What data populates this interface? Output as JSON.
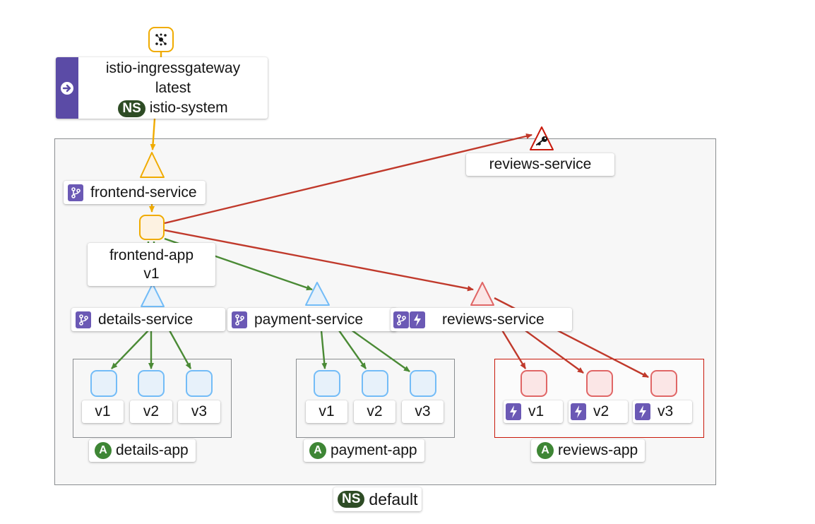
{
  "colors": {
    "edge_green": "#4a8a35",
    "edge_red": "#c0392b",
    "edge_yellow": "#f0ab00",
    "service_blue": "#73bcf7",
    "service_red": "#e06666",
    "badge_purple": "#5b4ba6",
    "namespace_green": "#2e4c25",
    "app_green": "#3e8635"
  },
  "gateway": {
    "name": "istio-ingressgateway",
    "version": "latest",
    "ns_badge": "NS",
    "namespace": "istio-system",
    "root_icon": "cluster-icon",
    "side_icon": "arrow-right-circle-icon"
  },
  "namespace": {
    "badge": "NS",
    "name": "default"
  },
  "external_service": {
    "label": "reviews-service",
    "icon": "key-icon"
  },
  "frontend_service": {
    "label": "frontend-service",
    "icon": "branch-icon"
  },
  "frontend_app": {
    "name": "frontend-app",
    "version": "v1"
  },
  "services": [
    {
      "label": "details-service",
      "icon": "branch-icon"
    },
    {
      "label": "payment-service",
      "icon": "branch-icon"
    },
    {
      "label": "reviews-service",
      "icons": [
        "branch-icon",
        "bolt-icon"
      ]
    }
  ],
  "apps": [
    {
      "badge": "A",
      "name": "details-app",
      "versions": [
        "v1",
        "v2",
        "v3"
      ]
    },
    {
      "badge": "A",
      "name": "payment-app",
      "versions": [
        "v1",
        "v2",
        "v3"
      ]
    },
    {
      "badge": "A",
      "name": "reviews-app",
      "versions": [
        "v1",
        "v2",
        "v3"
      ],
      "version_icon": "bolt-icon"
    }
  ]
}
